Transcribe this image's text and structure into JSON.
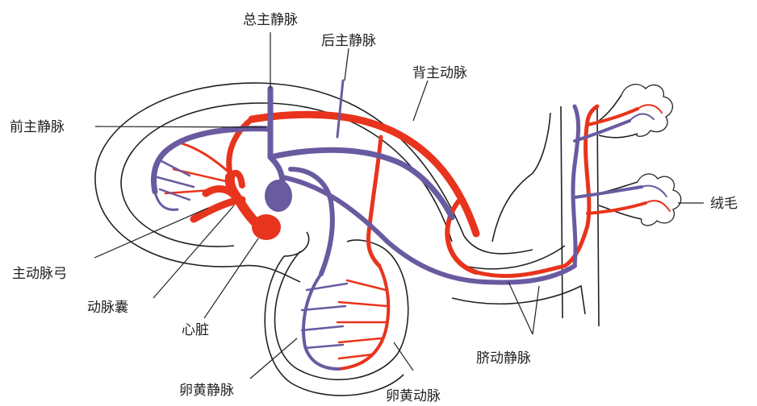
{
  "colors": {
    "artery": "#e8341c",
    "vein": "#6a5aa0",
    "outline": "#222222",
    "background": "#ffffff"
  },
  "labels": {
    "common_cardinal_vein": "总主静脉",
    "posterior_cardinal_vein": "后主静脉",
    "dorsal_aorta": "背主动脉",
    "anterior_cardinal_vein": "前主静脉",
    "villi": "绒毛",
    "aortic_arch": "主动脉弓",
    "bulbus_arteriosus": "动脉囊",
    "heart": "心脏",
    "umbilical_vessels": "脐动静脉",
    "vitelline_vein": "卵黄静脉",
    "vitelline_artery": "卵黄动脉"
  }
}
